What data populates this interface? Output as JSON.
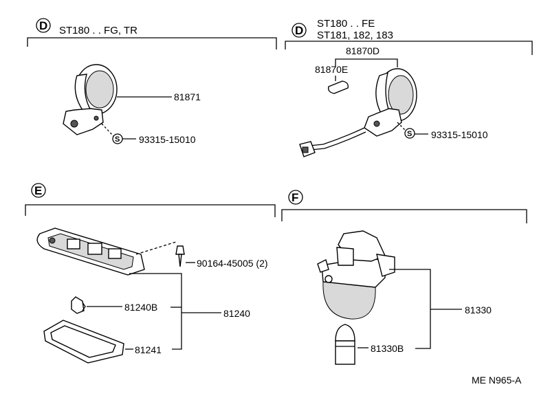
{
  "sections": {
    "d1": {
      "marker": "D",
      "header": "ST180 . . FG, TR",
      "parts": {
        "lamp": "81871",
        "screw": "93315-15010",
        "screw_marker": "S"
      }
    },
    "d2": {
      "marker": "D",
      "header1": "ST180 . . FE",
      "header2": "ST181, 182, 183",
      "parts": {
        "assembly": "81870D",
        "bulb": "81870E",
        "screw": "93315-15010",
        "screw_marker": "S"
      }
    },
    "e": {
      "marker": "E",
      "parts": {
        "screw": "90164-45005 (2)",
        "bulb": "81240B",
        "assembly": "81240",
        "lens": "81241"
      }
    },
    "f": {
      "marker": "F",
      "parts": {
        "assembly": "81330",
        "bulb": "81330B"
      }
    }
  },
  "diagram_code": "ME N965-A"
}
